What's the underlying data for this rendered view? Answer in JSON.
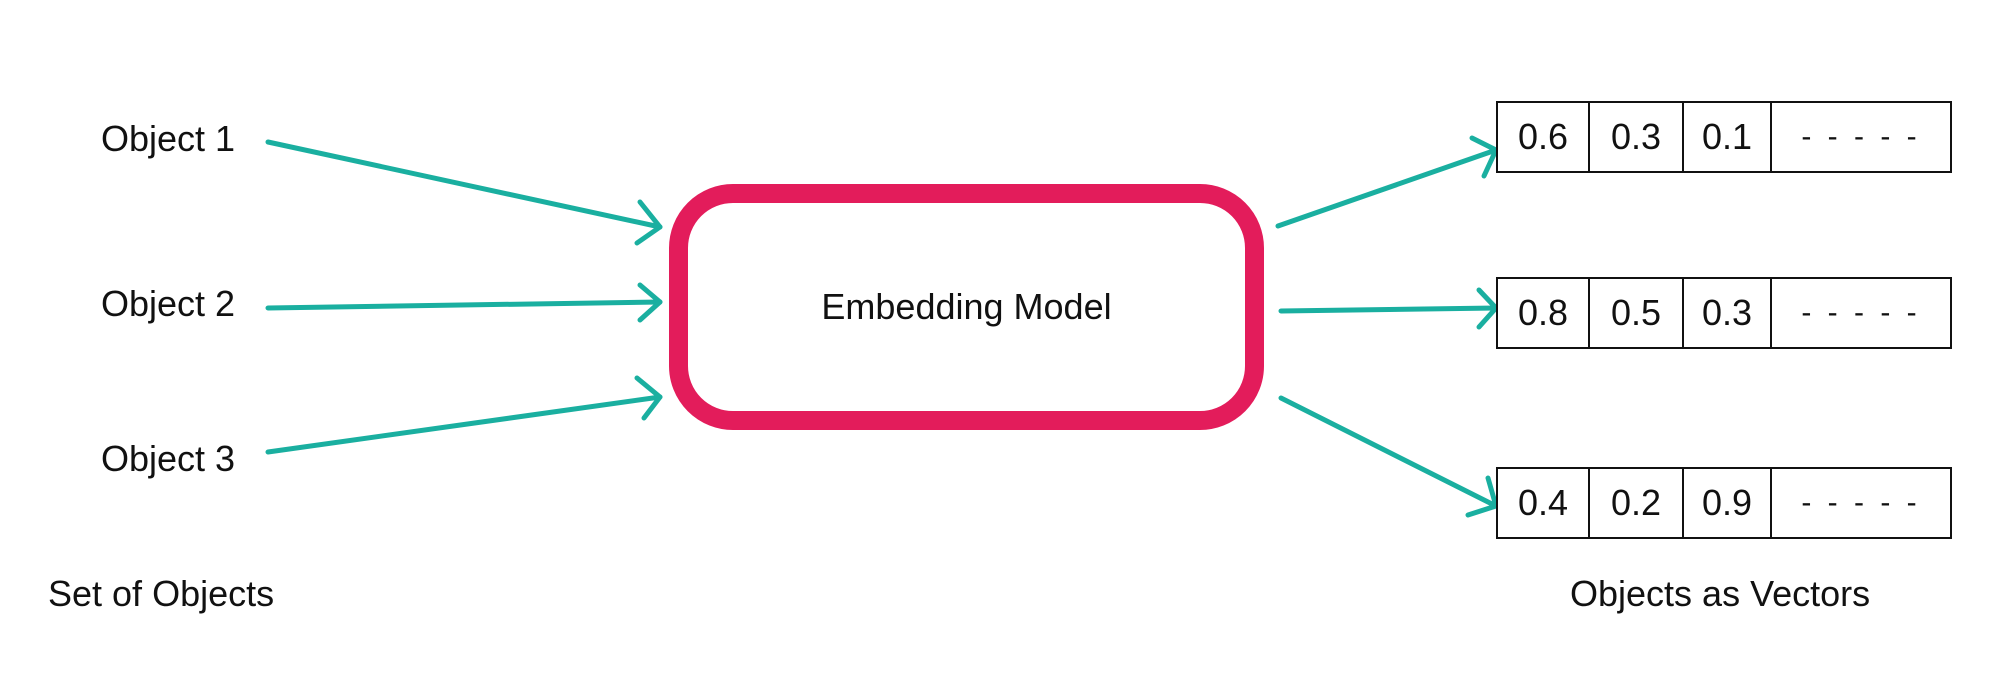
{
  "inputs": {
    "title": "Set of Objects",
    "items": [
      "Object 1",
      "Object 2",
      "Object 3"
    ]
  },
  "model": {
    "label": "Embedding Model",
    "color": "#e31c5b"
  },
  "outputs": {
    "title": "Objects as Vectors",
    "vectors": [
      [
        "0.6",
        "0.3",
        "0.1",
        "- - - - -"
      ],
      [
        "0.8",
        "0.5",
        "0.3",
        "- - - - -"
      ],
      [
        "0.4",
        "0.2",
        "0.9",
        "- - - - -"
      ]
    ]
  },
  "colors": {
    "arrow": "#1aafa0",
    "box": "#e31c5b",
    "text": "#111111"
  }
}
